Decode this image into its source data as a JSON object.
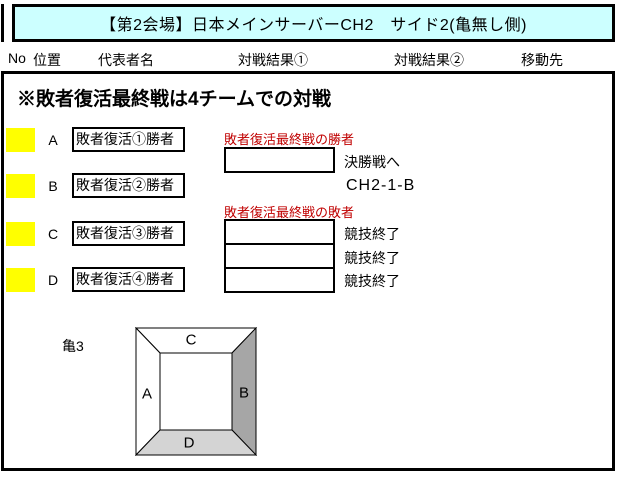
{
  "title": "【第2会場】日本メインサーバーCH2　サイド2(亀無し側)",
  "header": {
    "columns": [
      "No",
      "位置",
      "代表者名",
      "対戦結果①",
      "対戦結果②",
      "移動先"
    ]
  },
  "note": "※敗者復活最終戦は4チームでの対戦",
  "rows": [
    {
      "position": "A",
      "name": "敗者復活①勝者"
    },
    {
      "position": "B",
      "name": "敗者復活②勝者"
    },
    {
      "position": "C",
      "name": "敗者復活③勝者"
    },
    {
      "position": "D",
      "name": "敗者復活④勝者"
    }
  ],
  "final_match": {
    "winner_label": "敗者復活最終戦の勝者",
    "winner_result": "",
    "winner_destination_line1": "決勝戦へ",
    "winner_destination_line2": "CH2-1-B",
    "loser_label": "敗者復活最終戦の敗者",
    "loser_results": [
      "",
      "",
      ""
    ],
    "loser_destinations": [
      "競技終了",
      "競技終了",
      "競技終了"
    ]
  },
  "diagram": {
    "label": "亀3",
    "sides": {
      "top": "C",
      "left": "A",
      "right": "B",
      "bottom": "D"
    }
  },
  "colors": {
    "title_background": "#CCFFFF",
    "row_marker": "#FFFF00",
    "accent_text": "#C00000",
    "arena_right_face": "#A6A6A6",
    "arena_bottom_face": "#D4D4D4"
  }
}
